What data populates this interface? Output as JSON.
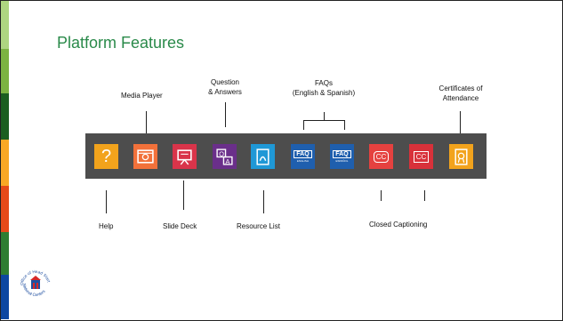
{
  "slide": {
    "title": "Platform Features"
  },
  "accent_colors": [
    "#aed581",
    "#7cb342",
    "#1b5e20",
    "#f9a825",
    "#e64a19",
    "#2e7d32",
    "#0d47a1"
  ],
  "toolbar": {
    "background": "#4d4d4d",
    "buttons": [
      {
        "name": "help-button",
        "icon": "question-mark-icon",
        "color": "#f2a31c",
        "glyph": "?"
      },
      {
        "name": "media-player-button",
        "icon": "media-player-icon",
        "color": "#f2713a"
      },
      {
        "name": "slide-deck-button",
        "icon": "presentation-icon",
        "color": "#d9344a"
      },
      {
        "name": "qa-button",
        "icon": "question-answer-icon",
        "color": "#6a2f8a"
      },
      {
        "name": "resource-list-button",
        "icon": "pdf-icon",
        "color": "#1f98d6"
      },
      {
        "name": "faq-english-button",
        "icon": "faq-icon",
        "color": "#1f5fae",
        "text": "FAQ",
        "sub": "ENGLISH"
      },
      {
        "name": "faq-spanish-button",
        "icon": "faq-icon",
        "color": "#1f5fae",
        "text": "FAQ",
        "sub": "ESPAÑOL"
      },
      {
        "name": "cc-button-1",
        "icon": "closed-caption-icon",
        "color": "#e5413f",
        "text": "CC"
      },
      {
        "name": "cc-button-2",
        "icon": "closed-caption-icon",
        "color": "#d8313a",
        "text": "CC"
      },
      {
        "name": "certificate-button",
        "icon": "certificate-icon",
        "color": "#f2a31c"
      }
    ]
  },
  "labels": {
    "help": "Help",
    "media_player": "Media Player",
    "slide_deck": "Slide Deck",
    "qa_line1": "Question",
    "qa_line2": "& Answers",
    "resource_list": "Resource List",
    "faqs_line1": "FAQs",
    "faqs_line2": "(English & Spanish)",
    "closed_captioning": "Closed Captioning",
    "cert_line1": "Certificates of",
    "cert_line2": "Attendance"
  },
  "logo": {
    "top_text": "Office of Head Start",
    "bottom_text": "National Centers"
  }
}
